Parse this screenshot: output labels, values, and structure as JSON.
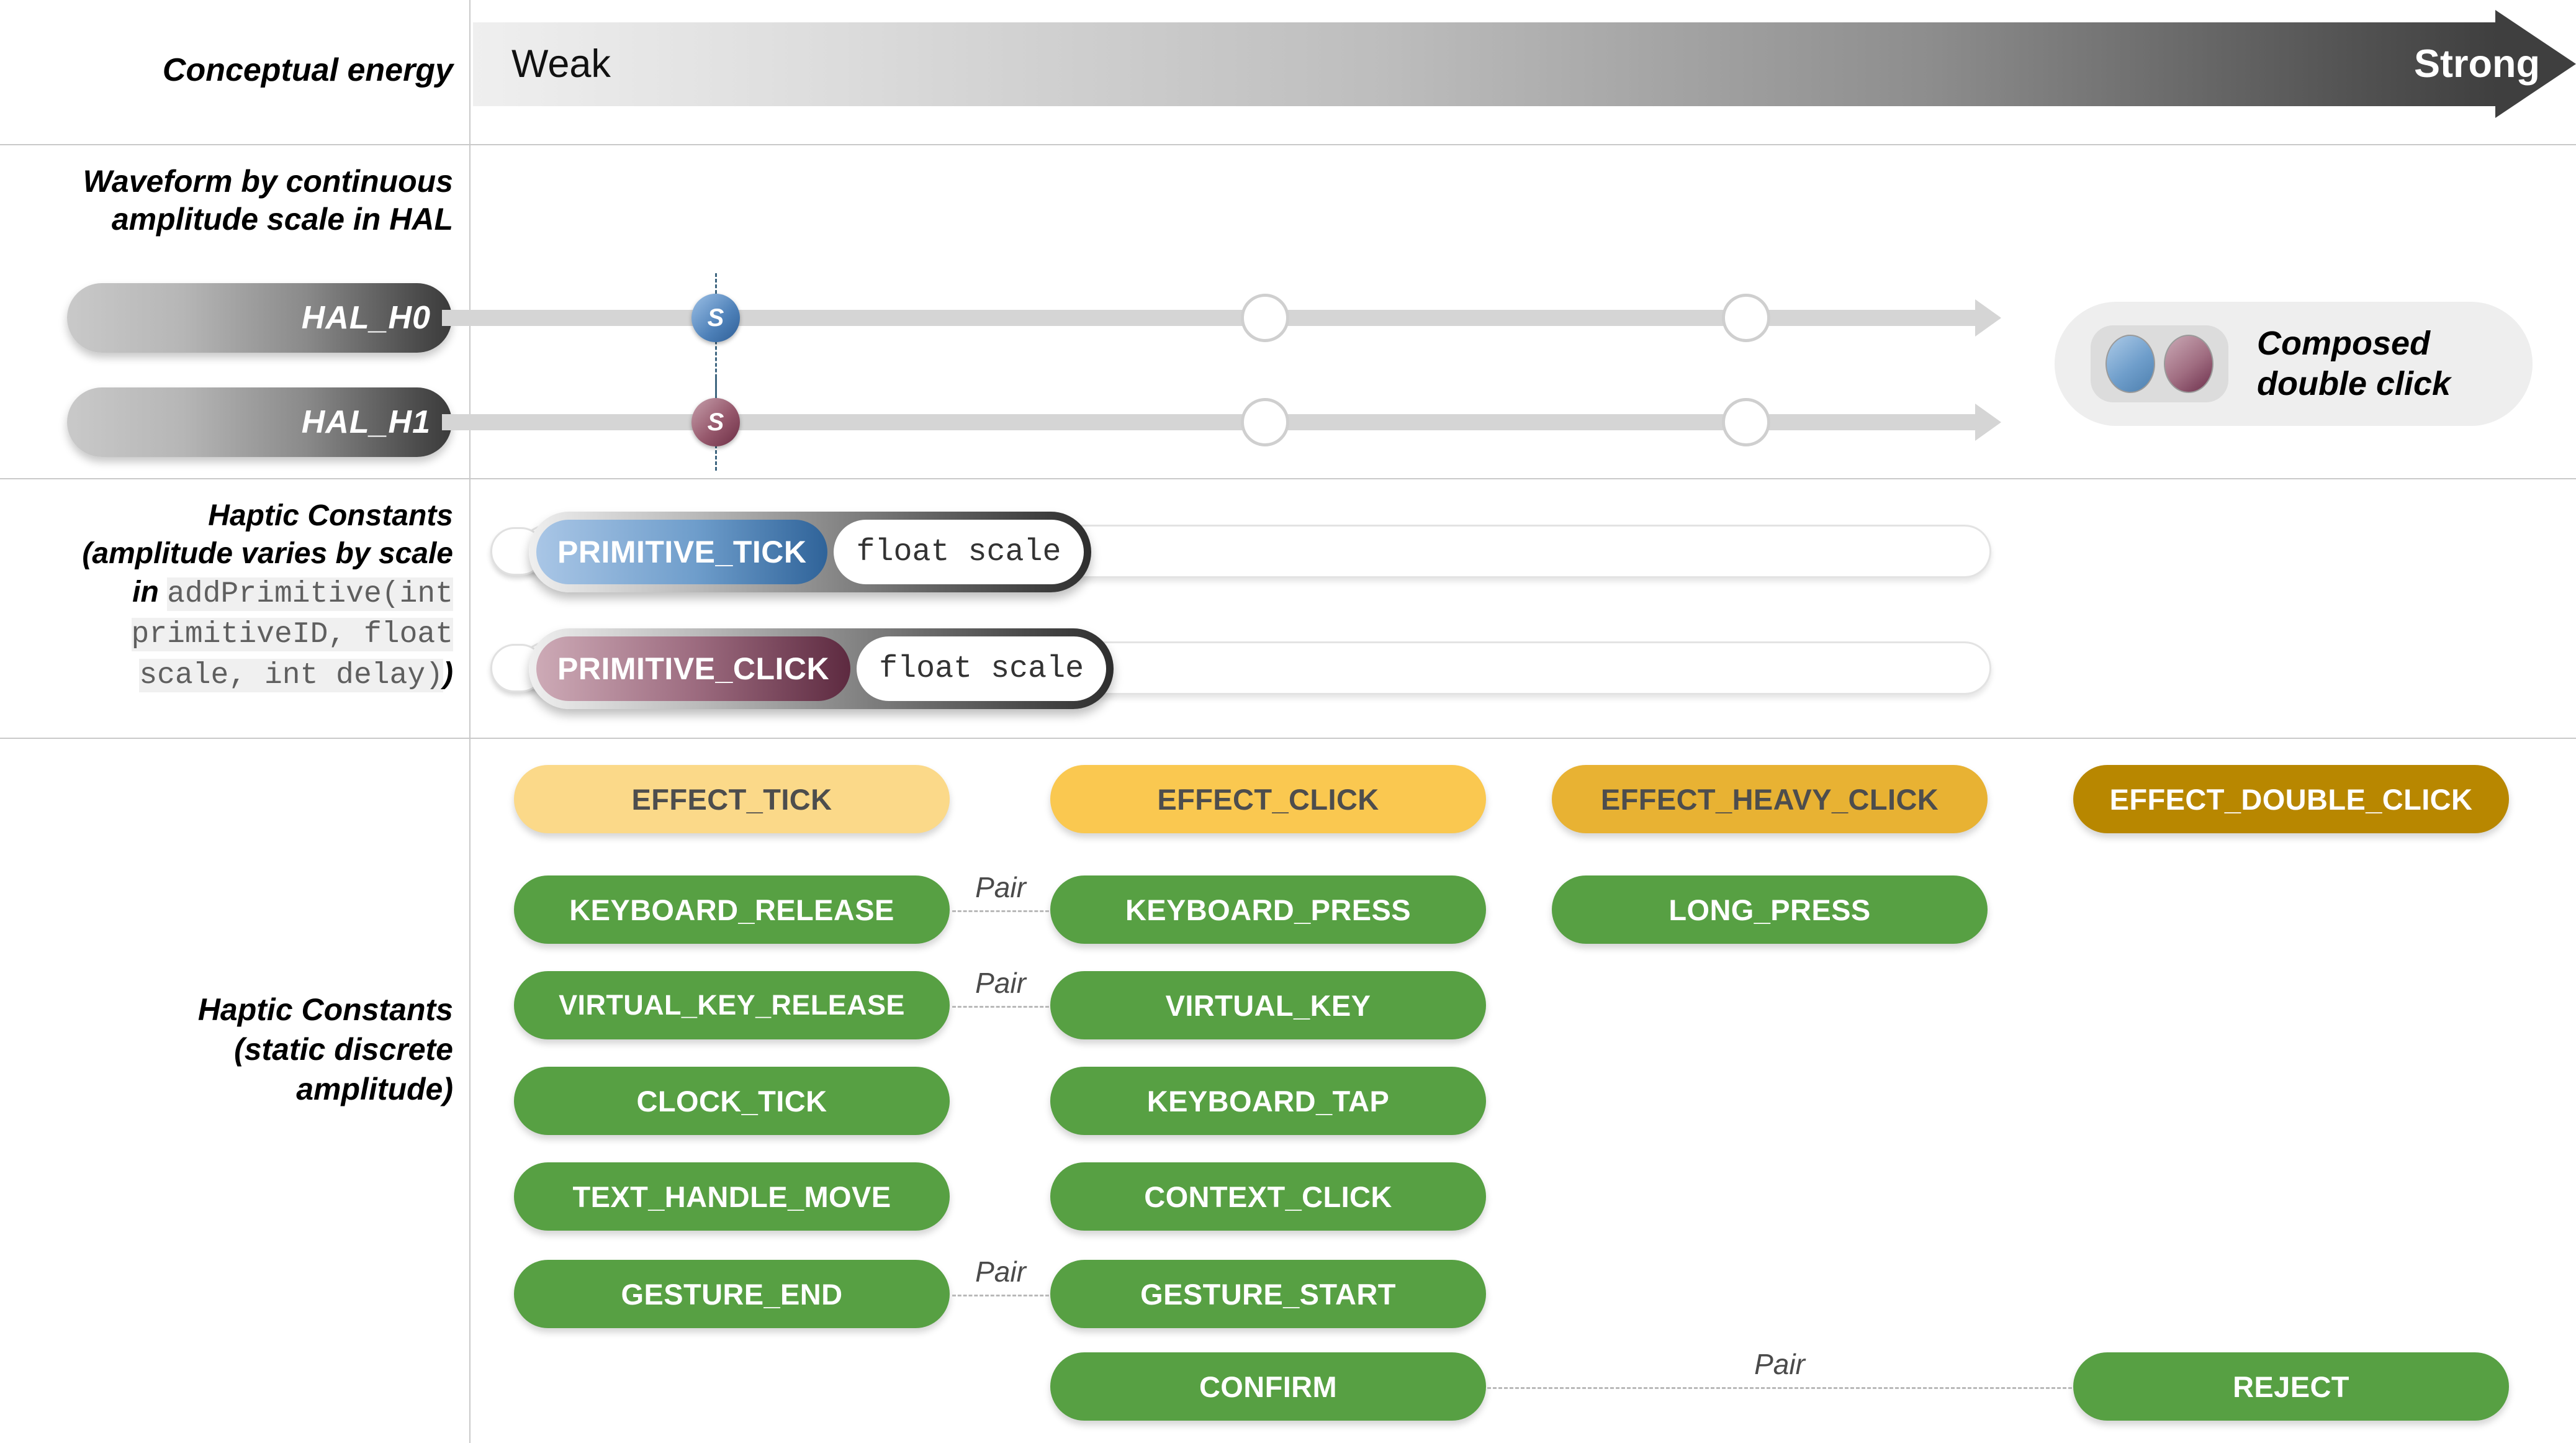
{
  "rows": {
    "conceptual_energy_label": "Conceptual energy",
    "waveform_label_line1": "Waveform by continuous",
    "waveform_label_line2": "amplitude scale in HAL",
    "haptic_continuous_label_line1": "Haptic Constants",
    "haptic_continuous_label_line2": "(amplitude varies by scale",
    "haptic_continuous_label_line3_prefix": "in ",
    "haptic_continuous_code_line1": "addPrimitive(int",
    "haptic_continuous_code_line2": "primitiveID, float",
    "haptic_continuous_code_line3": "scale, int delay)",
    "haptic_continuous_label_close": ")",
    "haptic_static_label_line1": "Haptic Constants",
    "haptic_static_label_line2": "(static discrete",
    "haptic_static_label_line3": "amplitude)"
  },
  "energy": {
    "weak": "Weak",
    "strong": "Strong"
  },
  "hal": {
    "rows": [
      {
        "name": "HAL_H0",
        "marker": "S",
        "marker_color": "#4d80b8"
      },
      {
        "name": "HAL_H1",
        "marker": "S",
        "marker_color": "#96586c"
      }
    ]
  },
  "composed": {
    "line1": "Composed",
    "line2": "double click"
  },
  "primitives": [
    {
      "name": "PRIMITIVE_TICK",
      "arg": "float scale"
    },
    {
      "name": "PRIMITIVE_CLICK",
      "arg": "float scale"
    }
  ],
  "effects": [
    {
      "label": "EFFECT_TICK",
      "bg": "#fbd989",
      "fg": "#4d4d4d"
    },
    {
      "label": "EFFECT_CLICK",
      "bg": "#fac850",
      "fg": "#4d4d4d"
    },
    {
      "label": "EFFECT_HEAVY_CLICK",
      "bg": "#e8b233",
      "fg": "#4d4d4d"
    },
    {
      "label": "EFFECT_DOUBLE_CLICK",
      "bg": "#b88700",
      "fg": "#ffffff"
    }
  ],
  "constants": [
    {
      "label": "KEYBOARD_RELEASE",
      "column": 1
    },
    {
      "label": "KEYBOARD_PRESS",
      "column": 2
    },
    {
      "label": "LONG_PRESS",
      "column": 3
    },
    {
      "label": "VIRTUAL_KEY_RELEASE",
      "column": 1
    },
    {
      "label": "VIRTUAL_KEY",
      "column": 2
    },
    {
      "label": "CLOCK_TICK",
      "column": 1
    },
    {
      "label": "KEYBOARD_TAP",
      "column": 2
    },
    {
      "label": "TEXT_HANDLE_MOVE",
      "column": 1
    },
    {
      "label": "CONTEXT_CLICK",
      "column": 2
    },
    {
      "label": "GESTURE_END",
      "column": 1
    },
    {
      "label": "GESTURE_START",
      "column": 2
    },
    {
      "label": "CONFIRM",
      "column": 2
    },
    {
      "label": "REJECT",
      "column": 4
    }
  ],
  "pairs": [
    {
      "label": "Pair"
    },
    {
      "label": "Pair"
    },
    {
      "label": "Pair"
    },
    {
      "label": "Pair"
    }
  ],
  "colors": {
    "green": "#57a043",
    "blue": "#4d80b8",
    "maroon": "#96586c",
    "rule": "#c9c9c9"
  }
}
